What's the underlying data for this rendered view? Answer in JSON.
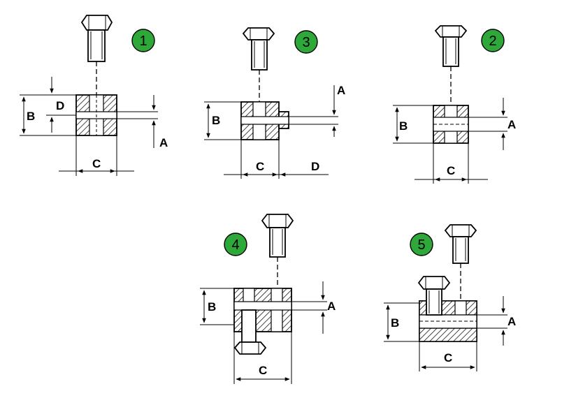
{
  "diagram": {
    "colors": {
      "badge": "#2fa83a",
      "line": "#000000",
      "background": "#ffffff"
    },
    "variants": [
      {
        "number": "1",
        "labels": {
          "a": "A",
          "b": "B",
          "c": "C",
          "d": "D"
        }
      },
      {
        "number": "3",
        "labels": {
          "a": "A",
          "b": "B",
          "c": "C",
          "d": "D"
        }
      },
      {
        "number": "2",
        "labels": {
          "a": "A",
          "b": "B",
          "c": "C"
        }
      },
      {
        "number": "4",
        "labels": {
          "a": "A",
          "b": "B",
          "c": "C"
        }
      },
      {
        "number": "5",
        "labels": {
          "a": "A",
          "b": "B",
          "c": "C"
        }
      }
    ]
  }
}
